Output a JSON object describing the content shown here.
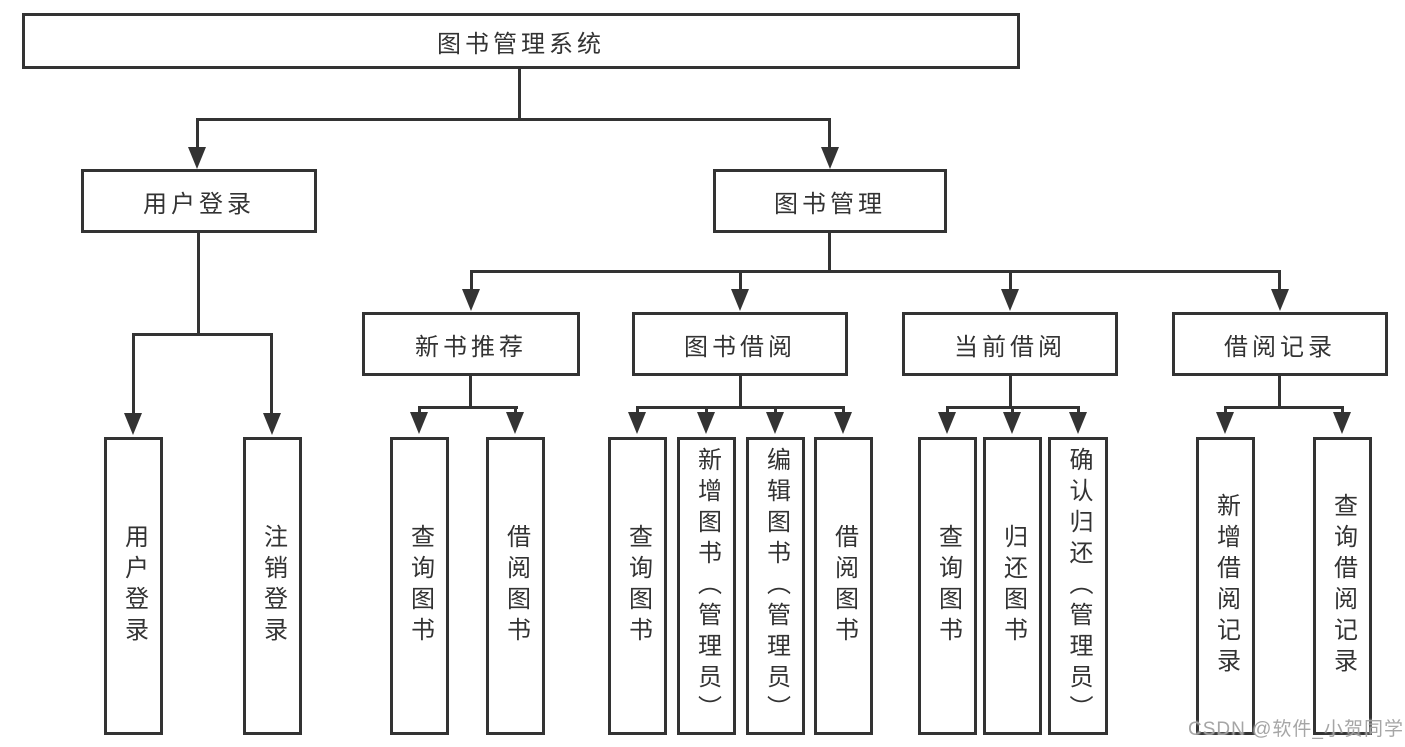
{
  "diagram": {
    "root": {
      "label": "图书管理系统"
    },
    "level2": [
      {
        "id": "user-login-group",
        "label": "用户登录"
      },
      {
        "id": "book-management",
        "label": "图书管理"
      }
    ],
    "level3": [
      {
        "id": "new-book-recommend",
        "label": "新书推荐",
        "parent": "图书管理"
      },
      {
        "id": "book-borrow",
        "label": "图书借阅",
        "parent": "图书管理"
      },
      {
        "id": "current-borrow",
        "label": "当前借阅",
        "parent": "图书管理"
      },
      {
        "id": "borrow-records",
        "label": "借阅记录",
        "parent": "图书管理"
      }
    ],
    "leaves": [
      {
        "label": "用户登录",
        "parent": "用户登录"
      },
      {
        "label": "注销登录",
        "parent": "用户登录"
      },
      {
        "label": "查询图书",
        "parent": "新书推荐"
      },
      {
        "label": "借阅图书",
        "parent": "新书推荐"
      },
      {
        "label": "查询图书",
        "parent": "图书借阅"
      },
      {
        "label": "新增图书（管理员）",
        "parent": "图书借阅"
      },
      {
        "label": "编辑图书（管理员）",
        "parent": "图书借阅"
      },
      {
        "label": "借阅图书",
        "parent": "图书借阅"
      },
      {
        "label": "查询图书",
        "parent": "当前借阅"
      },
      {
        "label": "归还图书",
        "parent": "当前借阅"
      },
      {
        "label": "确认归还（管理员）",
        "parent": "当前借阅"
      },
      {
        "label": "新增借阅记录",
        "parent": "借阅记录"
      },
      {
        "label": "查询借阅记录",
        "parent": "借阅记录"
      }
    ],
    "watermark": "CSDN @软件_小贺同学",
    "colors": {
      "line": "#333333",
      "text": "#333333",
      "box_fill": "#ffffff",
      "background": "#ffffff",
      "watermark": "#9e9e9e"
    }
  }
}
